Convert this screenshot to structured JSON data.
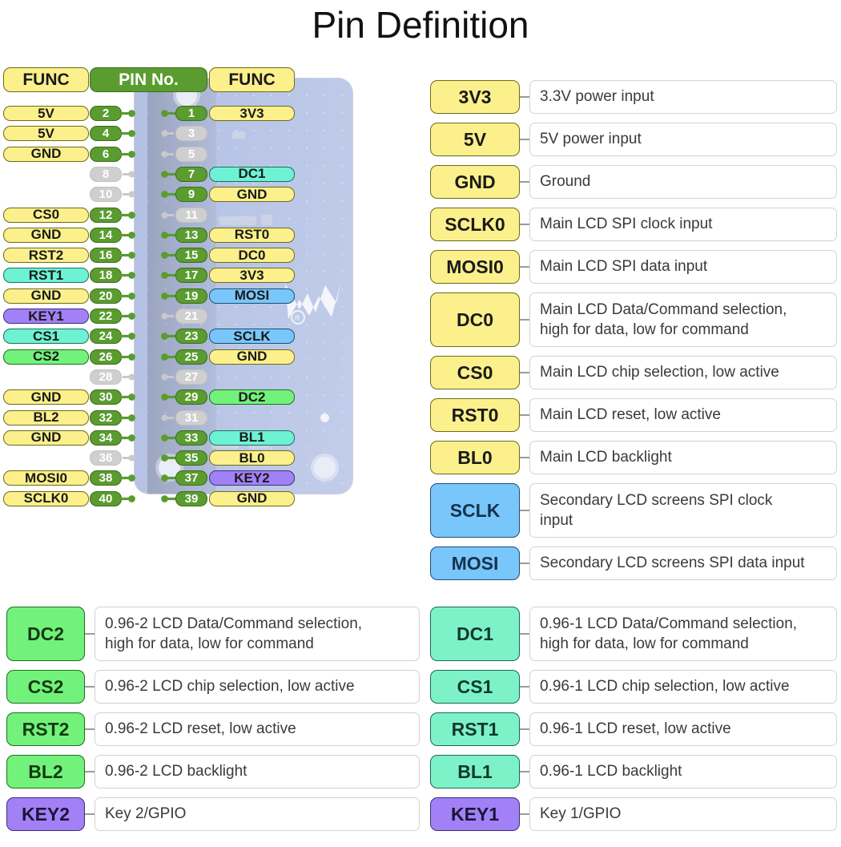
{
  "title": "Pin Definition",
  "pin_table": {
    "header": {
      "func_left": "FUNC",
      "pin_no": "PIN No.",
      "func_right": "FUNC"
    },
    "rows": [
      {
        "left_label": "5V",
        "left_color": "yellow",
        "left_num": "2",
        "left_active": true,
        "right_num": "1",
        "right_active": true,
        "right_label": "3V3",
        "right_color": "yellow"
      },
      {
        "left_label": "5V",
        "left_color": "yellow",
        "left_num": "4",
        "left_active": true,
        "right_num": "3",
        "right_active": false,
        "right_label": "",
        "right_color": ""
      },
      {
        "left_label": "GND",
        "left_color": "yellow",
        "left_num": "6",
        "left_active": true,
        "right_num": "5",
        "right_active": false,
        "right_label": "",
        "right_color": ""
      },
      {
        "left_label": "",
        "left_color": "",
        "left_num": "8",
        "left_active": false,
        "right_num": "7",
        "right_active": true,
        "right_label": "DC1",
        "right_color": "cyan"
      },
      {
        "left_label": "",
        "left_color": "",
        "left_num": "10",
        "left_active": false,
        "right_num": "9",
        "right_active": true,
        "right_label": "GND",
        "right_color": "yellow"
      },
      {
        "left_label": "CS0",
        "left_color": "yellow",
        "left_num": "12",
        "left_active": true,
        "right_num": "11",
        "right_active": false,
        "right_label": "",
        "right_color": ""
      },
      {
        "left_label": "GND",
        "left_color": "yellow",
        "left_num": "14",
        "left_active": true,
        "right_num": "13",
        "right_active": true,
        "right_label": "RST0",
        "right_color": "yellow"
      },
      {
        "left_label": "RST2",
        "left_color": "yellow",
        "left_num": "16",
        "left_active": true,
        "right_num": "15",
        "right_active": true,
        "right_label": "DC0",
        "right_color": "yellow"
      },
      {
        "left_label": "RST1",
        "left_color": "cyan",
        "left_num": "18",
        "left_active": true,
        "right_num": "17",
        "right_active": true,
        "right_label": "3V3",
        "right_color": "yellow"
      },
      {
        "left_label": "GND",
        "left_color": "yellow",
        "left_num": "20",
        "left_active": true,
        "right_num": "19",
        "right_active": true,
        "right_label": "MOSI",
        "right_color": "blue"
      },
      {
        "left_label": "KEY1",
        "left_color": "purple",
        "left_num": "22",
        "left_active": true,
        "right_num": "21",
        "right_active": false,
        "right_label": "",
        "right_color": ""
      },
      {
        "left_label": "CS1",
        "left_color": "cyan",
        "left_num": "24",
        "left_active": true,
        "right_num": "23",
        "right_active": true,
        "right_label": "SCLK",
        "right_color": "blue"
      },
      {
        "left_label": "CS2",
        "left_color": "green",
        "left_num": "26",
        "left_active": true,
        "right_num": "25",
        "right_active": true,
        "right_label": "GND",
        "right_color": "yellow"
      },
      {
        "left_label": "",
        "left_color": "",
        "left_num": "28",
        "left_active": false,
        "right_num": "27",
        "right_active": false,
        "right_label": "",
        "right_color": ""
      },
      {
        "left_label": "GND",
        "left_color": "yellow",
        "left_num": "30",
        "left_active": true,
        "right_num": "29",
        "right_active": true,
        "right_label": "DC2",
        "right_color": "green"
      },
      {
        "left_label": "BL2",
        "left_color": "yellow",
        "left_num": "32",
        "left_active": true,
        "right_num": "31",
        "right_active": false,
        "right_label": "",
        "right_color": ""
      },
      {
        "left_label": "GND",
        "left_color": "yellow",
        "left_num": "34",
        "left_active": true,
        "right_num": "33",
        "right_active": true,
        "right_label": "BL1",
        "right_color": "cyan"
      },
      {
        "left_label": "",
        "left_color": "",
        "left_num": "36",
        "left_active": false,
        "right_num": "35",
        "right_active": true,
        "right_label": "BL0",
        "right_color": "yellow"
      },
      {
        "left_label": "MOSI0",
        "left_color": "yellow",
        "left_num": "38",
        "left_active": true,
        "right_num": "37",
        "right_active": true,
        "right_label": "KEY2",
        "right_color": "purple"
      },
      {
        "left_label": "SCLK0",
        "left_color": "yellow",
        "left_num": "40",
        "left_active": true,
        "right_num": "39",
        "right_active": true,
        "right_label": "GND",
        "right_color": "yellow"
      }
    ]
  },
  "legend_main": [
    {
      "name": "3V3",
      "color": "yellow",
      "desc": "3.3V power input"
    },
    {
      "name": "5V",
      "color": "yellow",
      "desc": "5V power input"
    },
    {
      "name": "GND",
      "color": "yellow",
      "desc": "Ground"
    },
    {
      "name": "SCLK0",
      "color": "yellow",
      "desc": "Main LCD SPI clock input"
    },
    {
      "name": "MOSI0",
      "color": "yellow",
      "desc": "Main LCD SPI data input"
    },
    {
      "name": "DC0",
      "color": "yellow",
      "desc": "Main LCD Data/Command selection,\nhigh for data, low for command"
    },
    {
      "name": "CS0",
      "color": "yellow",
      "desc": "Main LCD chip selection, low active"
    },
    {
      "name": "RST0",
      "color": "yellow",
      "desc": "Main LCD reset, low active"
    },
    {
      "name": "BL0",
      "color": "yellow",
      "desc": "Main LCD backlight"
    },
    {
      "name": "SCLK",
      "color": "blue",
      "desc": "Secondary LCD screens SPI clock\ninput"
    },
    {
      "name": "MOSI",
      "color": "blue",
      "desc": "Secondary LCD screens SPI data input"
    }
  ],
  "legend_lcd2": [
    {
      "name": "DC2",
      "color": "green",
      "desc": "0.96-2 LCD Data/Command selection,\nhigh for data, low for command"
    },
    {
      "name": "CS2",
      "color": "green",
      "desc": "0.96-2 LCD chip selection, low active"
    },
    {
      "name": "RST2",
      "color": "green",
      "desc": "0.96-2 LCD reset, low active"
    },
    {
      "name": "BL2",
      "color": "green",
      "desc": "0.96-2 LCD backlight"
    },
    {
      "name": "KEY2",
      "color": "purple",
      "desc": "Key 2/GPIO"
    }
  ],
  "legend_lcd1": [
    {
      "name": "DC1",
      "color": "mint",
      "desc": "0.96-1 LCD Data/Command selection,\nhigh for data, low for command"
    },
    {
      "name": "CS1",
      "color": "mint",
      "desc": "0.96-1 LCD chip selection, low active"
    },
    {
      "name": "RST1",
      "color": "mint",
      "desc": "0.96-1 LCD reset, low active"
    },
    {
      "name": "BL1",
      "color": "mint",
      "desc": "0.96-1 LCD backlight"
    },
    {
      "name": "KEY1",
      "color": "purple",
      "desc": "Key 1/GPIO"
    }
  ],
  "colors": {
    "yellow": "#fbf08c",
    "cyan": "#6ef2d4",
    "mint": "#7df2c8",
    "green": "#72f27a",
    "purple": "#a181f5",
    "blue": "#79c6fa",
    "pin_green": "#5a9c2f",
    "pin_grey": "#cfcfcf",
    "pcb": "#b9c5e6"
  }
}
